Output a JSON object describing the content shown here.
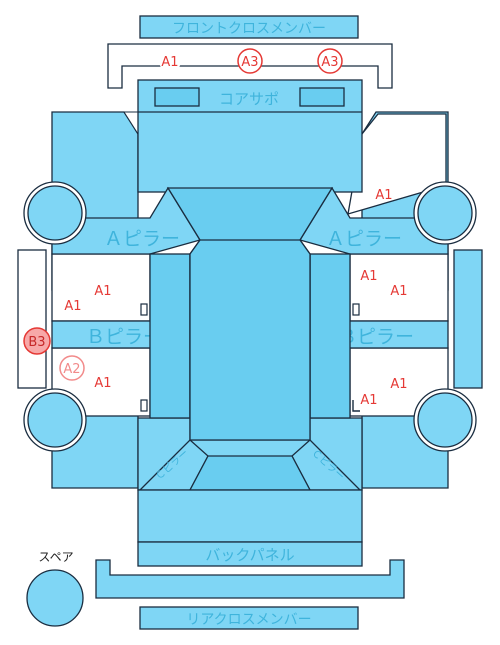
{
  "parts": {
    "front_cross_member": "フロントクロスメンバー",
    "core_support": "コアサポ",
    "a_pillar_left": "Ａピラー",
    "a_pillar_right": "Ａピラー",
    "b_pillar_left": "Ｂピラー",
    "b_pillar_right": "Ｂピラー",
    "c_pillar_left": "Ｃピラー",
    "c_pillar_right": "Ｃピラー",
    "back_panel": "バックパネル",
    "rear_cross_member": "リアクロスメンバー",
    "spare": "スペア"
  },
  "marks": {
    "front_a1": "A1",
    "front_a3_1": "A3",
    "front_a3_2": "A3",
    "right_front_a1": "A1",
    "left_front_door_a1_a": "A1",
    "left_front_door_a1_b": "A1",
    "right_front_door_a1_a": "A1",
    "right_front_door_a1_b": "A1",
    "left_b3": "B3",
    "left_rear_door_a2": "A2",
    "left_rear_door_a1": "A1",
    "right_rear_door_a1_a": "A1",
    "right_rear_door_a1_b": "A1"
  },
  "colors": {
    "panel": "#7fd6f5",
    "panel_dark": "#69cdf0",
    "outline": "#1a2d40",
    "label": "#3fb4dc",
    "mark_red": "#e53935",
    "mark_pink": "#f28b8b",
    "mark_fill": "#f7a8a8"
  }
}
